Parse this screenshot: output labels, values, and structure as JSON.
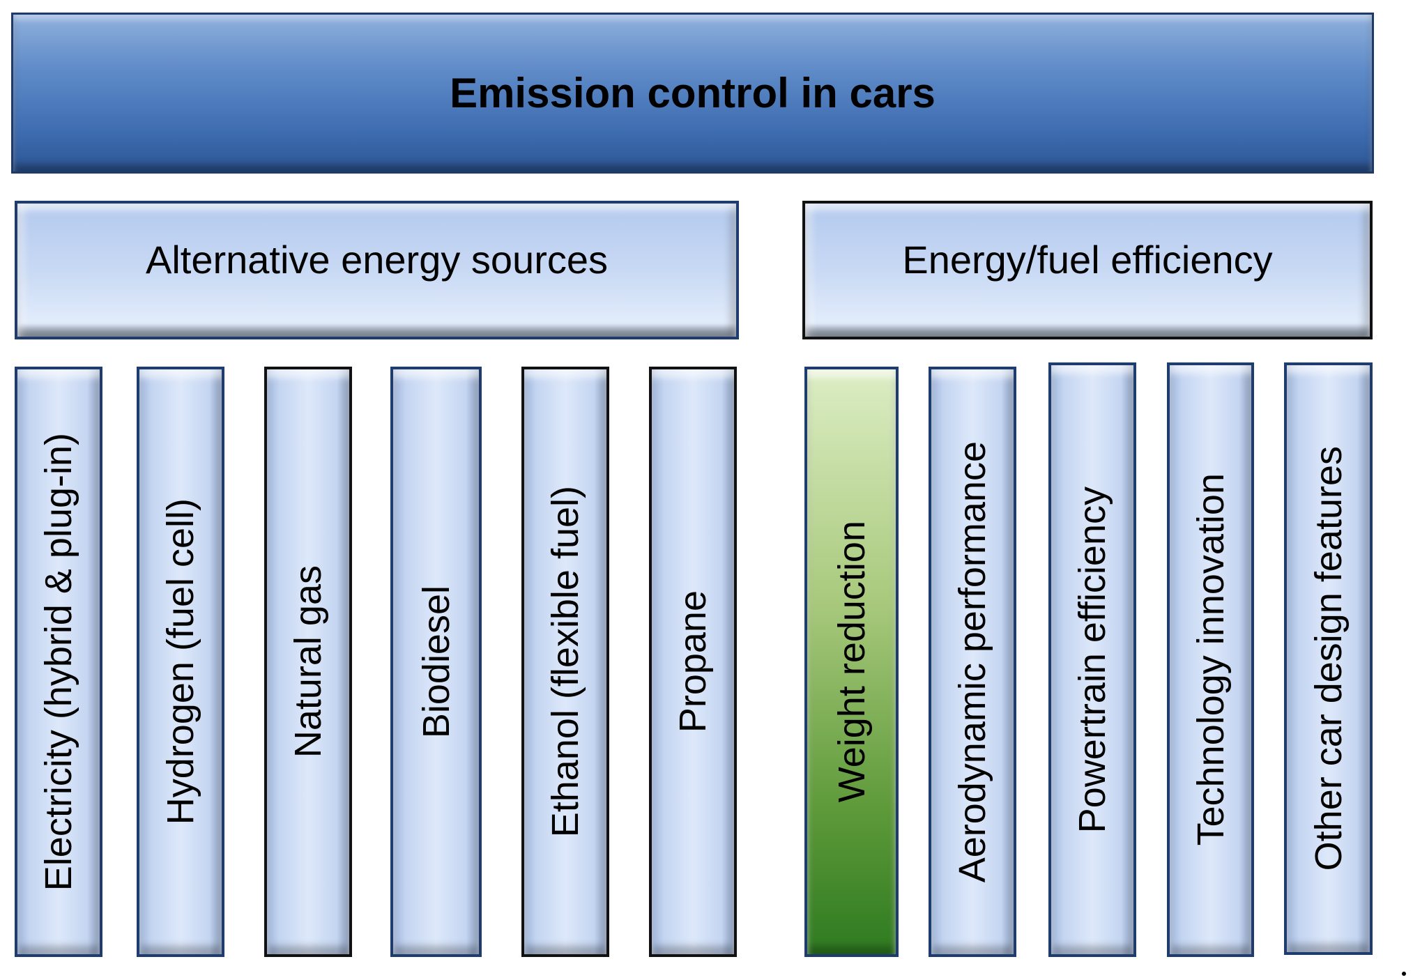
{
  "title": "Emission control in cars",
  "branches": [
    {
      "label": "Alternative energy sources",
      "items": [
        "Electricity (hybrid & plug-in)",
        "Hydrogen (fuel cell)",
        "Natural gas",
        "Biodiesel",
        "Ethanol (flexible fuel)",
        "Propane"
      ]
    },
    {
      "label": "Energy/fuel efficiency",
      "items": [
        "Weight reduction",
        "Aerodynamic performance",
        "Powertrain efficiency",
        "Technology innovation",
        "Other car design features"
      ]
    }
  ],
  "highlight_color": "#5e9a3a",
  "trailing_mark": "."
}
